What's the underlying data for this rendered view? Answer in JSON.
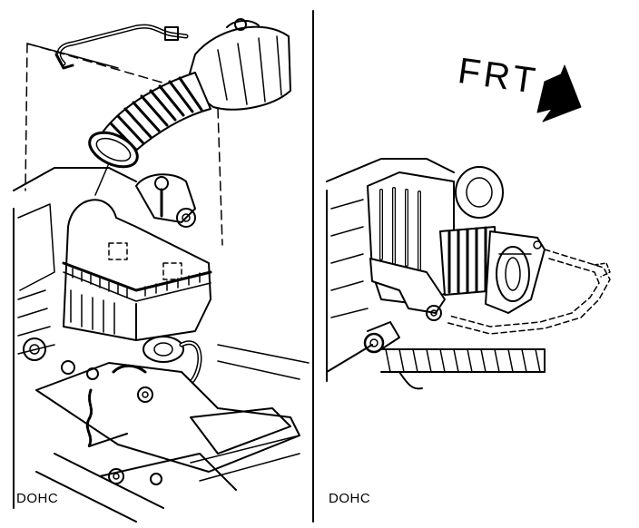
{
  "left_panel": {
    "caption": "DOHC"
  },
  "right_panel": {
    "caption": "DOHC",
    "direction_label": "FRT"
  },
  "colors": {
    "ink": "#000000",
    "paper": "#ffffff"
  }
}
